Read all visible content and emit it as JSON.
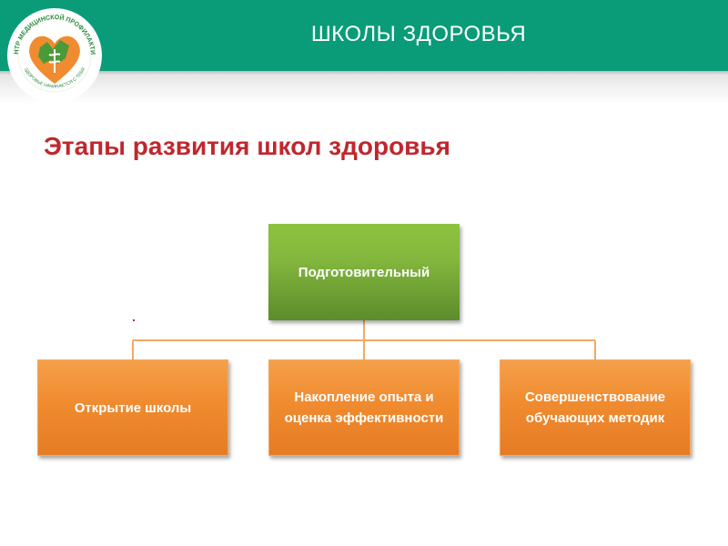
{
  "header": {
    "title": "ШКОЛЫ ЗДОРОВЬЯ",
    "logo_text": "ЦЕНТР МЕДИЦИНСКОЙ ПРОФИЛАКТИКИ",
    "logo_subtext": "ЗДОРОВЬЕ НАЧИНАЕТСЯ С ТЕБЯ"
  },
  "page_title": "Этапы развития школ здоровья",
  "diagram": {
    "root": "Подготовительный",
    "children": [
      "Открытие школы",
      "Накопление опыта и оценка эффективности",
      "Совершенствование обучающих методик"
    ]
  },
  "colors": {
    "header": "#0a9c79",
    "title": "#c0272d",
    "root_box": "#84b83d",
    "child_box": "#f08b2f",
    "connector": "#f4a964"
  }
}
